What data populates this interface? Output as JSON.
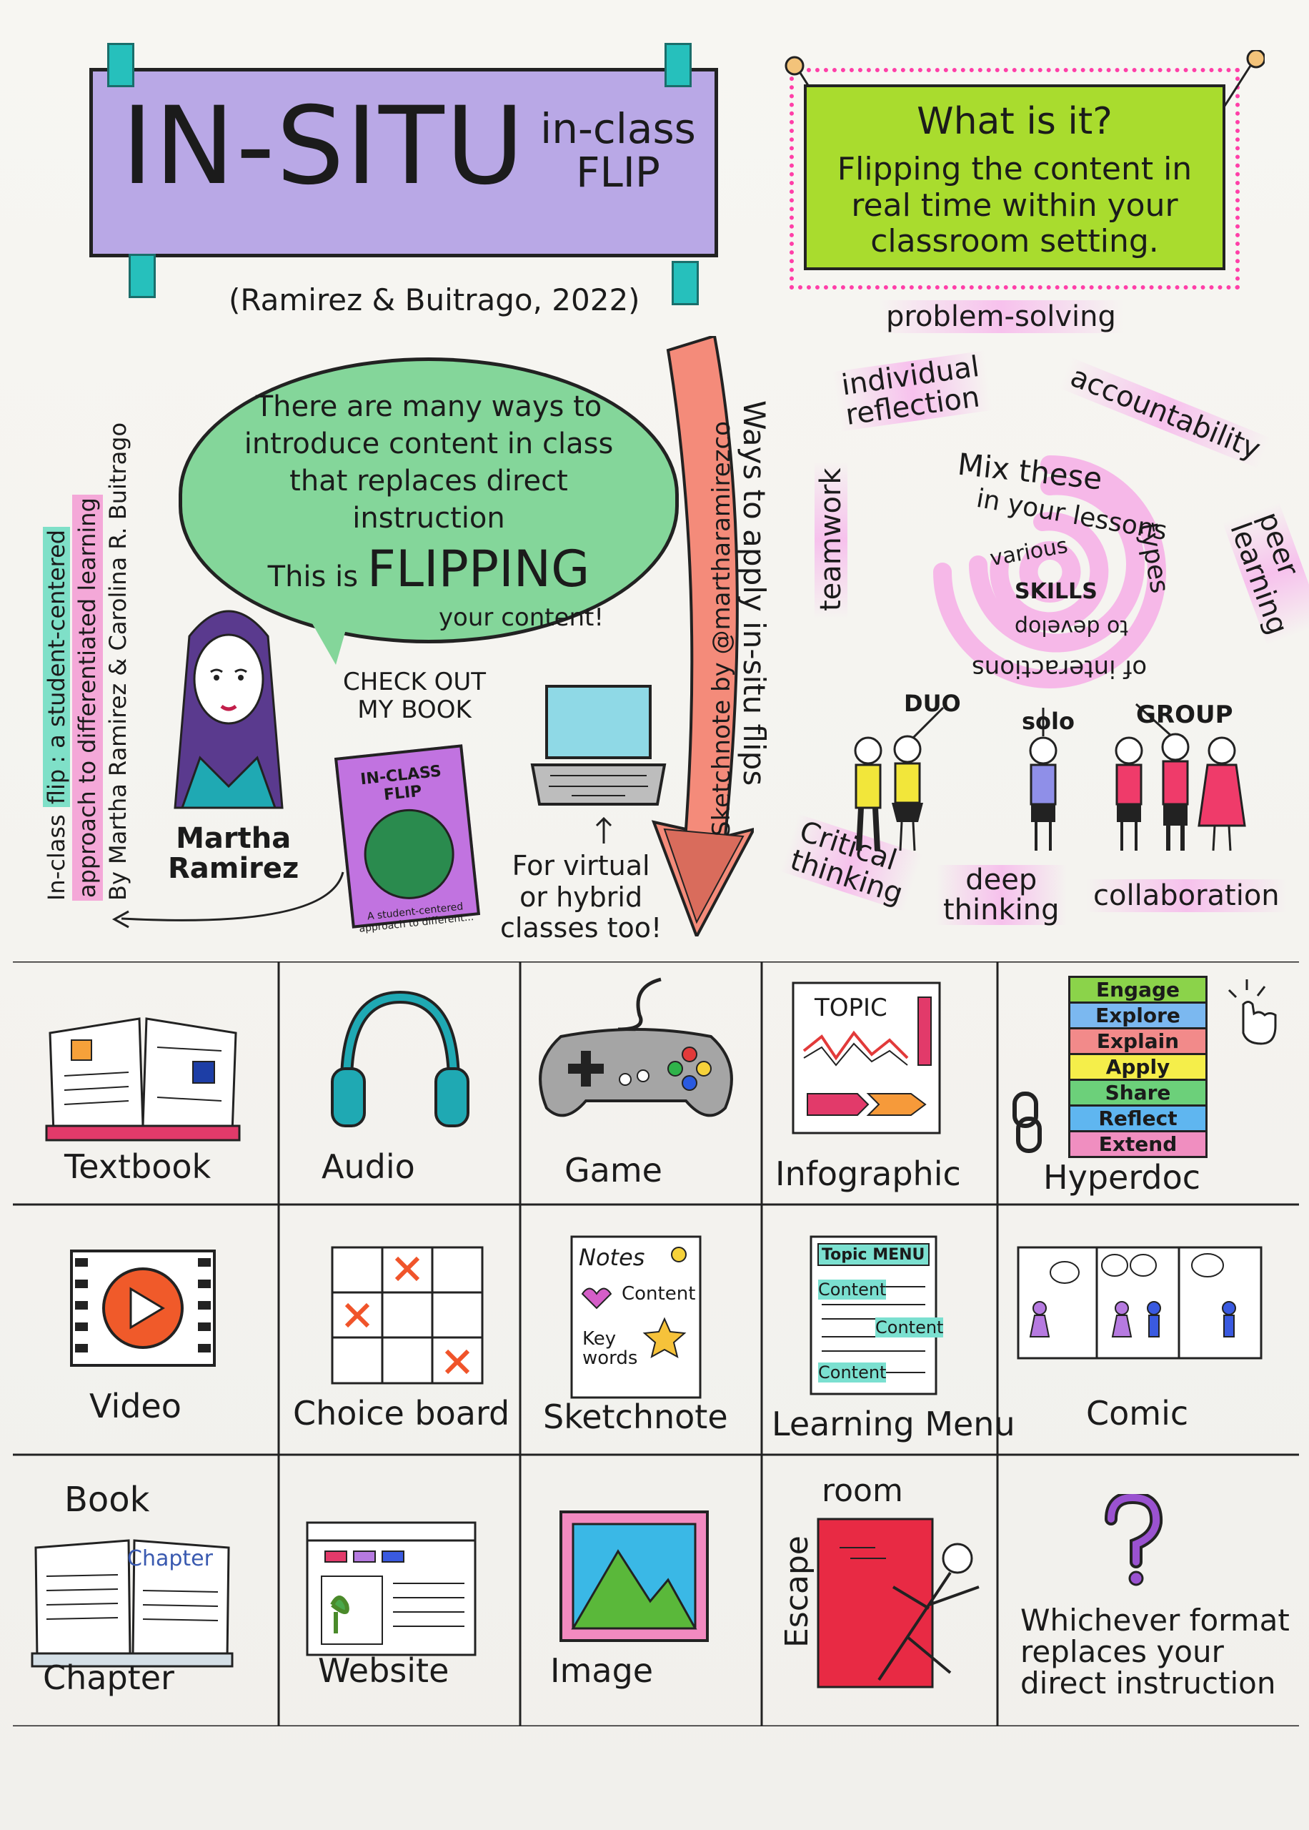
{
  "title": {
    "main": "IN-SITU",
    "sub_line1": "in-class",
    "sub_line2": "FLIP"
  },
  "citation": "(Ramirez & Buitrago, 2022)",
  "what_is_it": {
    "title": "What is it?",
    "line1": "Flipping the content in",
    "line2": "real time within your",
    "line3": "classroom setting."
  },
  "speech_bubble": {
    "line1": "There are many ways to",
    "line2": "introduce content in class",
    "line3": "that replaces direct instruction",
    "line4_prefix": "This is",
    "line4_emph": "FLIPPING",
    "line5": "your content!"
  },
  "vertical_text": {
    "line1_a": "In-class",
    "line1_b": "flip",
    "line1_c": ": a student-centered",
    "line2": "approach to differentiated learning",
    "line3": "By Martha Ramirez & Carolina R. Buitrago"
  },
  "author_name": {
    "first": "Martha",
    "last": "Ramirez"
  },
  "book_callout": {
    "line1": "CHECK OUT",
    "line2": "MY BOOK"
  },
  "book": {
    "title": "IN-CLASS FLIP",
    "subtitle": "A student-centered approach to different..."
  },
  "virtual": {
    "line1": "For virtual",
    "line2": "or hybrid",
    "line3": "classes too!"
  },
  "sketch_credit": "Sketchnote by @martharamirezco",
  "ways_text": "Ways to apply in-situ flips",
  "skills": {
    "problem_solving": "problem-solving",
    "individual_reflection_1": "individual",
    "individual_reflection_2": "reflection",
    "accountability": "accountability",
    "teamwork": "teamwork",
    "peer_learning_1": "peer",
    "peer_learning_2": "learning",
    "critical_1": "Critical",
    "critical_2": "thinking",
    "deep_1": "deep",
    "deep_2": "thinking",
    "collaboration": "collaboration"
  },
  "spiral_text": {
    "mix": "Mix these",
    "lessons": "in your lessons",
    "types": "types",
    "various": "various",
    "skills": "SKILLS",
    "develop": "to develop",
    "interactions": "of interactions"
  },
  "groups": {
    "duo": "DUO",
    "solo": "solo",
    "group": "GROUP"
  },
  "hyperdoc_steps": [
    "Engage",
    "Explore",
    "Explain",
    "Apply",
    "Share",
    "Reflect",
    "Extend"
  ],
  "infographic_topic": "TOPIC",
  "sketchnote_icon": {
    "notes": "Notes",
    "content": "Content",
    "key": "Key",
    "words": "words"
  },
  "learning_menu_icon": {
    "header": "Topic MENU",
    "item1": "Content",
    "item2": "Content",
    "item3": "Content"
  },
  "book_chapter_icon": {
    "top": "Book",
    "page": "Chapter"
  },
  "escape_icon": {
    "left": "Escape",
    "top": "room"
  },
  "formats": [
    {
      "label": "Textbook"
    },
    {
      "label": "Audio"
    },
    {
      "label": "Game"
    },
    {
      "label": "Infographic"
    },
    {
      "label": "Hyperdoc"
    },
    {
      "label": "Video"
    },
    {
      "label": "Choice board"
    },
    {
      "label": "Sketchnote"
    },
    {
      "label": "Learning Menu"
    },
    {
      "label": "Comic"
    },
    {
      "label": "Chapter"
    },
    {
      "label": "Website"
    },
    {
      "label": "Image"
    },
    {
      "label": ""
    },
    {
      "label": ""
    }
  ],
  "whichever": {
    "line1": "Whichever format",
    "line2": "replaces your",
    "line3": "direct instruction"
  },
  "colors": {
    "title_purple": "#b9a8e6",
    "tape_teal": "#26c0bc",
    "what_green": "#a9dc2e",
    "dot_pink": "#ff3fa8",
    "bubble_green": "#84d69a",
    "highlight_pink": "#f4a8d8",
    "arrow_salmon": "#f48b7a"
  }
}
